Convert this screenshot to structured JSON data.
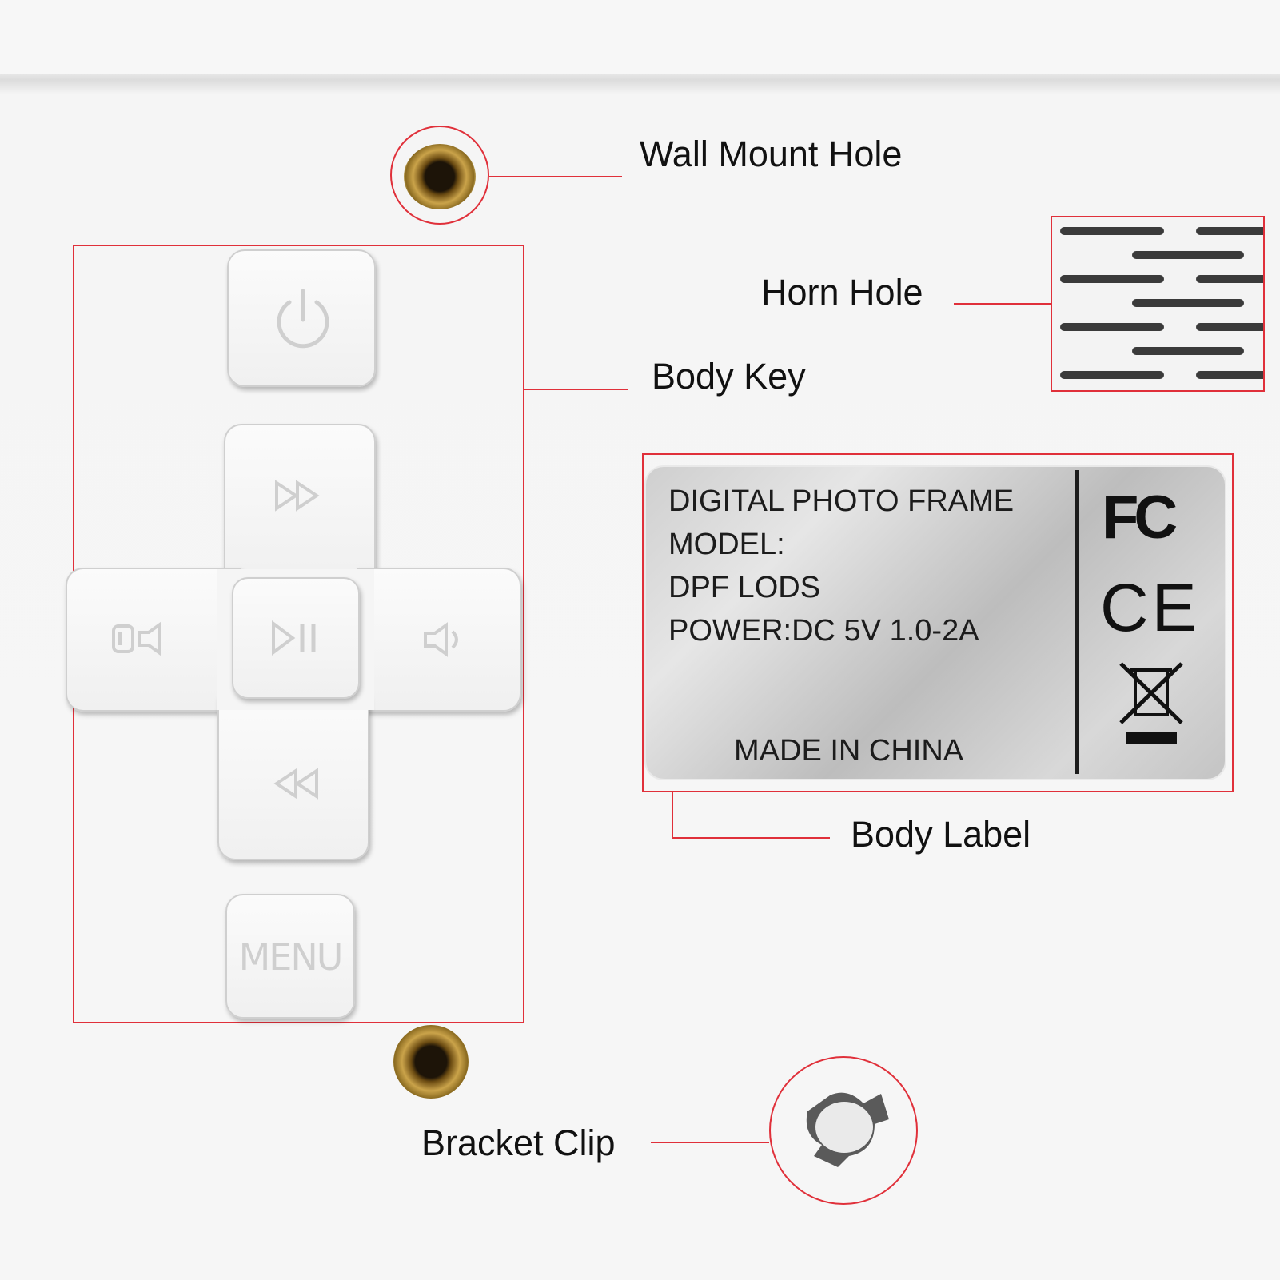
{
  "callouts": {
    "wall_mount_hole": "Wall Mount Hole",
    "horn_hole": "Horn Hole",
    "body_key": "Body Key",
    "body_label": "Body Label",
    "bracket_clip": "Bracket Clip"
  },
  "keys": {
    "menu": "MENU",
    "power_icon": "power-icon",
    "fast_forward_icon": "fast-forward-icon",
    "rewind_icon": "rewind-icon",
    "play_pause_icon": "play-pause-icon",
    "volume_up_icon": "volume-up-icon",
    "volume_down_icon": "volume-down-icon"
  },
  "label": {
    "line1": "DIGITAL PHOTO FRAME",
    "line2": "MODEL:",
    "line3": "DPF LODS",
    "line4": "POWER:DC  5V  1.0-2A",
    "line5": "MADE IN CHINA",
    "fc": "FC",
    "ce": "CE",
    "weee_icon": "weee-bin-icon"
  },
  "colors": {
    "callout_red": "#e0303a",
    "body_white": "#f6f6f6"
  }
}
